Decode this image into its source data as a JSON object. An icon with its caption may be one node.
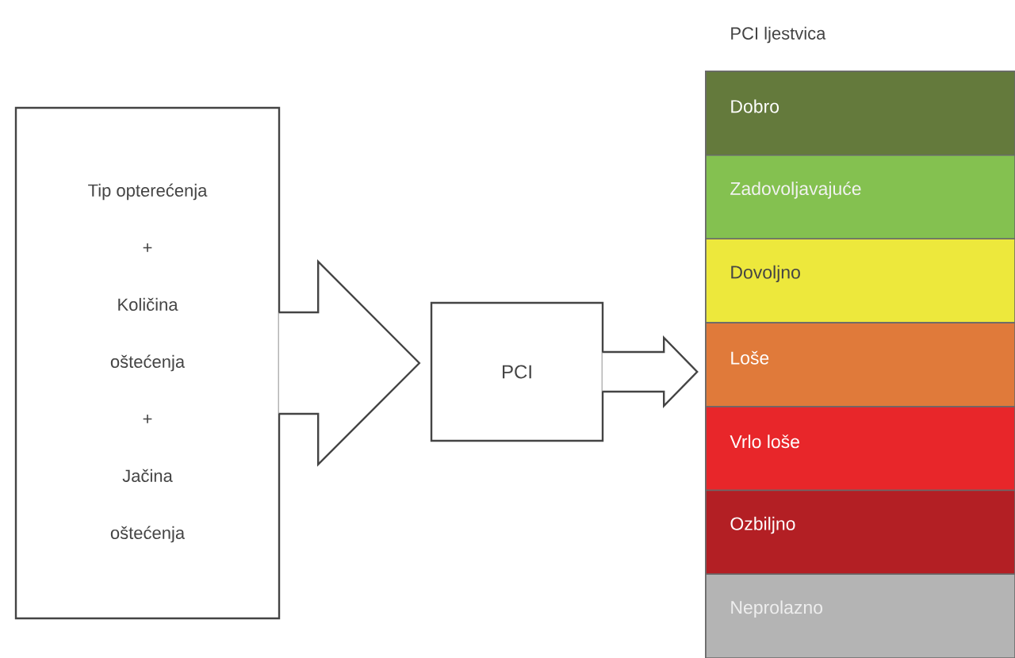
{
  "diagram": {
    "nodes": [
      {
        "text": [
          "Tip opterećenja",
          "+",
          "Količina oštećenja",
          "+",
          "Jačina oštećenja"
        ]
      },
      {
        "text": [
          "PCI"
        ]
      },
      {
        "text": [
          "PCI ljestvica"
        ]
      },
      {
        "text": [
          "Dobro"
        ],
        "in": 2
      },
      {
        "text": [
          "Zadovoljavajuće"
        ],
        "in": 2
      },
      {
        "text": [
          "Dovoljno"
        ],
        "in": 2
      },
      {
        "text": [
          "Loše"
        ],
        "in": 2
      },
      {
        "text": [
          "Vrlo loše"
        ],
        "in": 2
      },
      {
        "text": [
          "Ozbiljno"
        ],
        "in": 2
      },
      {
        "text": [
          "Neprolazno"
        ],
        "in": 2
      }
    ],
    "edges": [
      {
        "from": 0,
        "to": 1,
        "arrow": "to"
      },
      {
        "from": 1,
        "to": 2,
        "arrow": "to"
      }
    ]
  }
}
